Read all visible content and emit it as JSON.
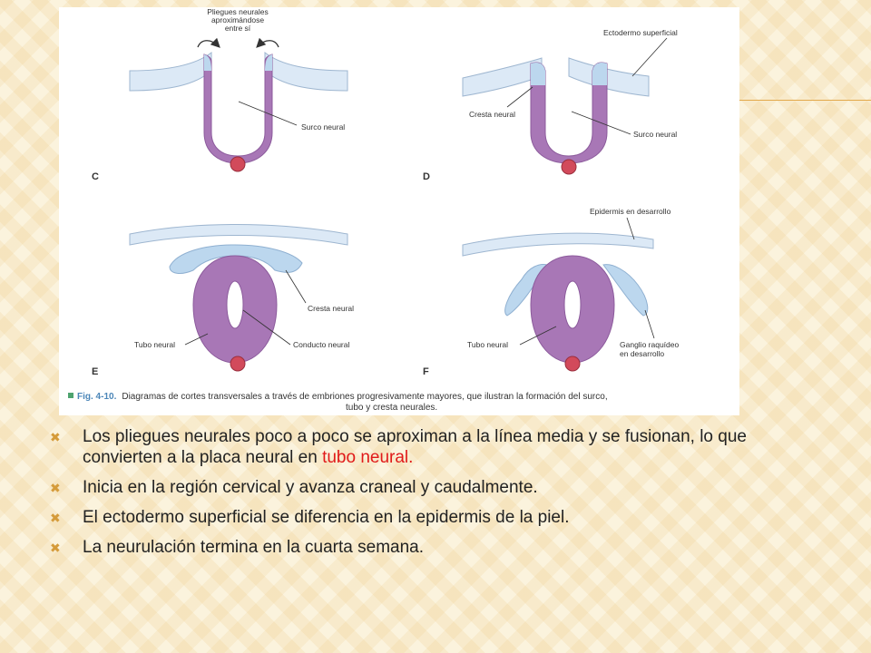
{
  "figure": {
    "labels": {
      "pliegues": "Pliegues neurales aproximándose entre sí",
      "surco_c": "Surco neural",
      "ecto": "Ectodermo superficial",
      "cresta_d": "Cresta neural",
      "surco_d": "Surco neural",
      "cresta_e": "Cresta neural",
      "tubo_e": "Tubo neural",
      "conducto": "Conducto neural",
      "epidermis": "Epidermis en desarrollo",
      "tubo_f": "Tubo neural",
      "ganglio": "Ganglio raquídeo en desarrollo"
    },
    "panels": [
      "C",
      "D",
      "E",
      "F"
    ],
    "caption": {
      "fig": "Fig. 4-10.",
      "line1": "Diagramas de cortes transversales a través de embriones progresivamente mayores, que ilustran la formación del surco,",
      "line2": "tubo y cresta neurales."
    }
  },
  "bullets": {
    "b1_pre": "Los pliegues neurales poco a poco se aproximan a la línea media y se fusionan, lo que convierten a la placa neural en ",
    "b1_highlight": "tubo neural.",
    "b2": "Inicia en la región cervical y avanza craneal y caudalmente.",
    "b3": "El ectodermo superficial se diferencia en la epidermis de la piel.",
    "b4": "La neurulación termina en la cuarta semana."
  },
  "colors": {
    "accent": "#d59b3a",
    "highlight": "#e01a1a",
    "neural": "#a877b6",
    "ectoderm": "#bcd7ee"
  },
  "icons": {
    "bullet": "cross-bullet-icon"
  }
}
